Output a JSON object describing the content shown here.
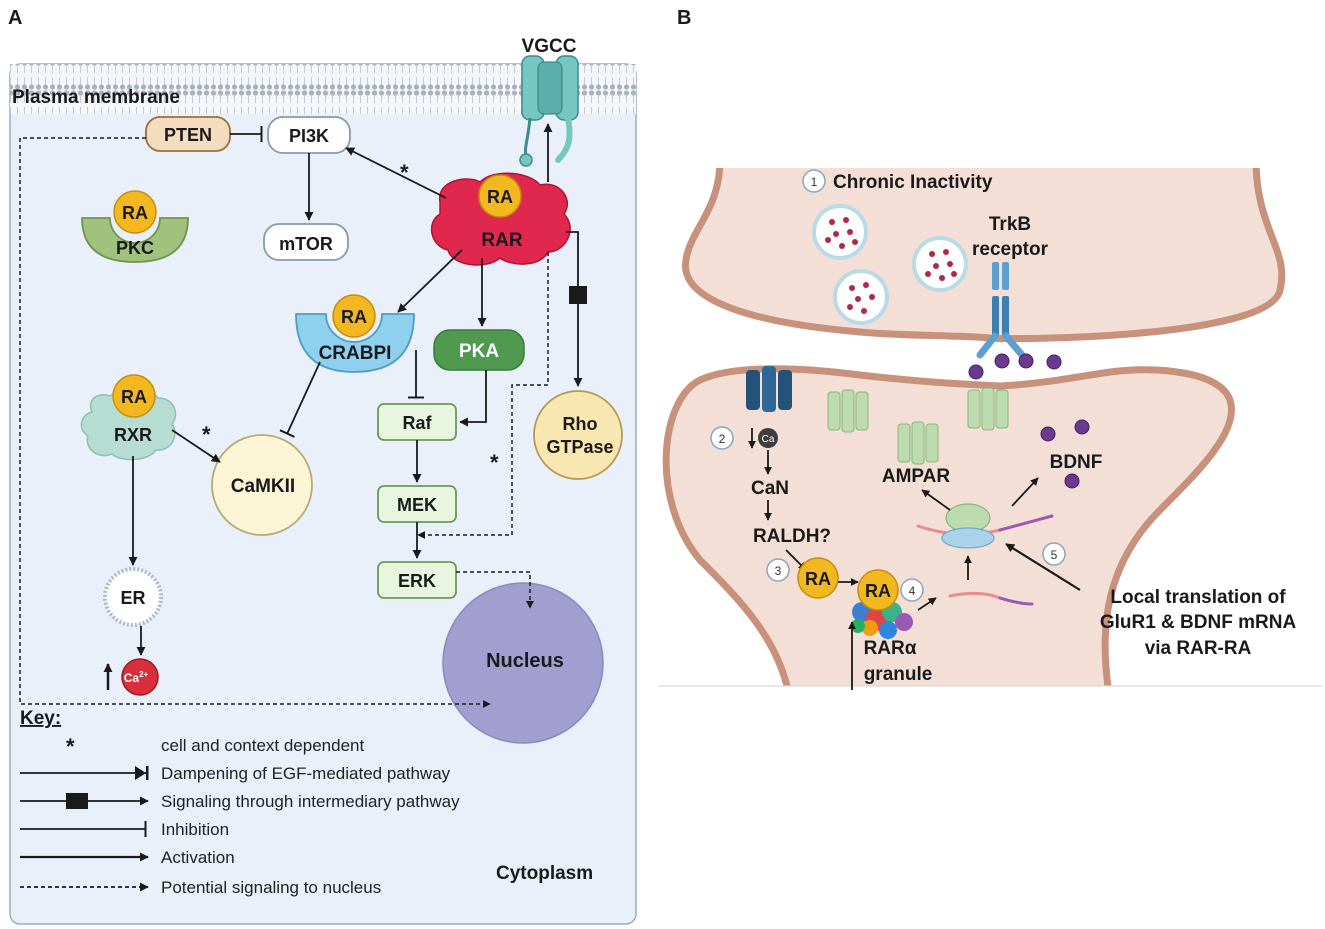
{
  "panelA": {
    "letter": "A",
    "membrane_label": "Plasma membrane",
    "cytoplasm_label": "Cytoplasm",
    "vgcc": "VGCC",
    "pten": "PTEN",
    "pi3k": "PI3K",
    "mtor": "mTOR",
    "rar": "RAR",
    "ra": "RA",
    "pkc": "PKC",
    "crabpi": "CRABPI",
    "pka": "PKA",
    "rxr": "RXR",
    "camkii": "CaMKII",
    "raf": "Raf",
    "mek": "MEK",
    "erk": "ERK",
    "rho_line1": "Rho",
    "rho_line2": "GTPase",
    "er": "ER",
    "ca": "Ca",
    "ca_sup": "2+",
    "nucleus": "Nucleus",
    "asterisk": "*",
    "key": {
      "title": "Key:",
      "items": [
        "cell and context dependent",
        "Dampening of EGF-mediated pathway",
        "Signaling through intermediary pathway",
        "Inhibition",
        "Activation",
        "Potential signaling to nucleus"
      ]
    }
  },
  "panelB": {
    "letter": "B",
    "chronic": "Chronic Inactivity",
    "trkb_line1": "TrkB",
    "trkb_line2": "receptor",
    "ampar": "AMPAR",
    "bdnf": "BDNF",
    "can": "CaN",
    "raldh": "RALDH?",
    "ra": "RA",
    "ca": "Ca",
    "rara_line1": "RARα",
    "rara_line2": "granule",
    "local_line1": "Local translation of",
    "local_line2": "GluR1 & BDNF mRNA",
    "local_line3": "via RAR-RA",
    "steps": [
      "1",
      "2",
      "3",
      "4",
      "5"
    ]
  },
  "colors": {
    "cytoplasm": "#e9f0f9",
    "ra_yellow": "#f3b81f",
    "rar_red": "#e0284f",
    "crabpi_blue": "#8fd0ee",
    "pka_green": "#4f9a4f",
    "rho_yellow": "#f8e7b0",
    "nucleus_purple": "#a29fd0",
    "neuron_fill": "#f3dfd6",
    "neuron_border": "#c8917c"
  }
}
